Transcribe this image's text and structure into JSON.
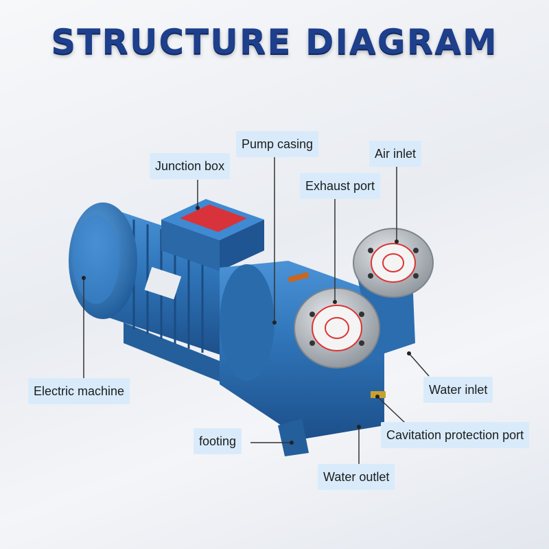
{
  "header": {
    "title": "STRUCTURE DIAGRAM"
  },
  "labels": {
    "pump_casing": "Pump casing",
    "junction_box": "Junction box",
    "air_inlet": "Air inlet",
    "exhaust_port": "Exhaust port",
    "electric_machine": "Electric machine",
    "water_inlet": "Water inlet",
    "footing": "footing",
    "cavitation_protection_port": "Cavitation protection port",
    "water_outlet": "Water outlet"
  },
  "colors": {
    "title": "#1d3f8c",
    "motor_blue": "#2f74b8",
    "label_bg": "#d9ebfa",
    "flange_silver": "#b9bec4"
  }
}
